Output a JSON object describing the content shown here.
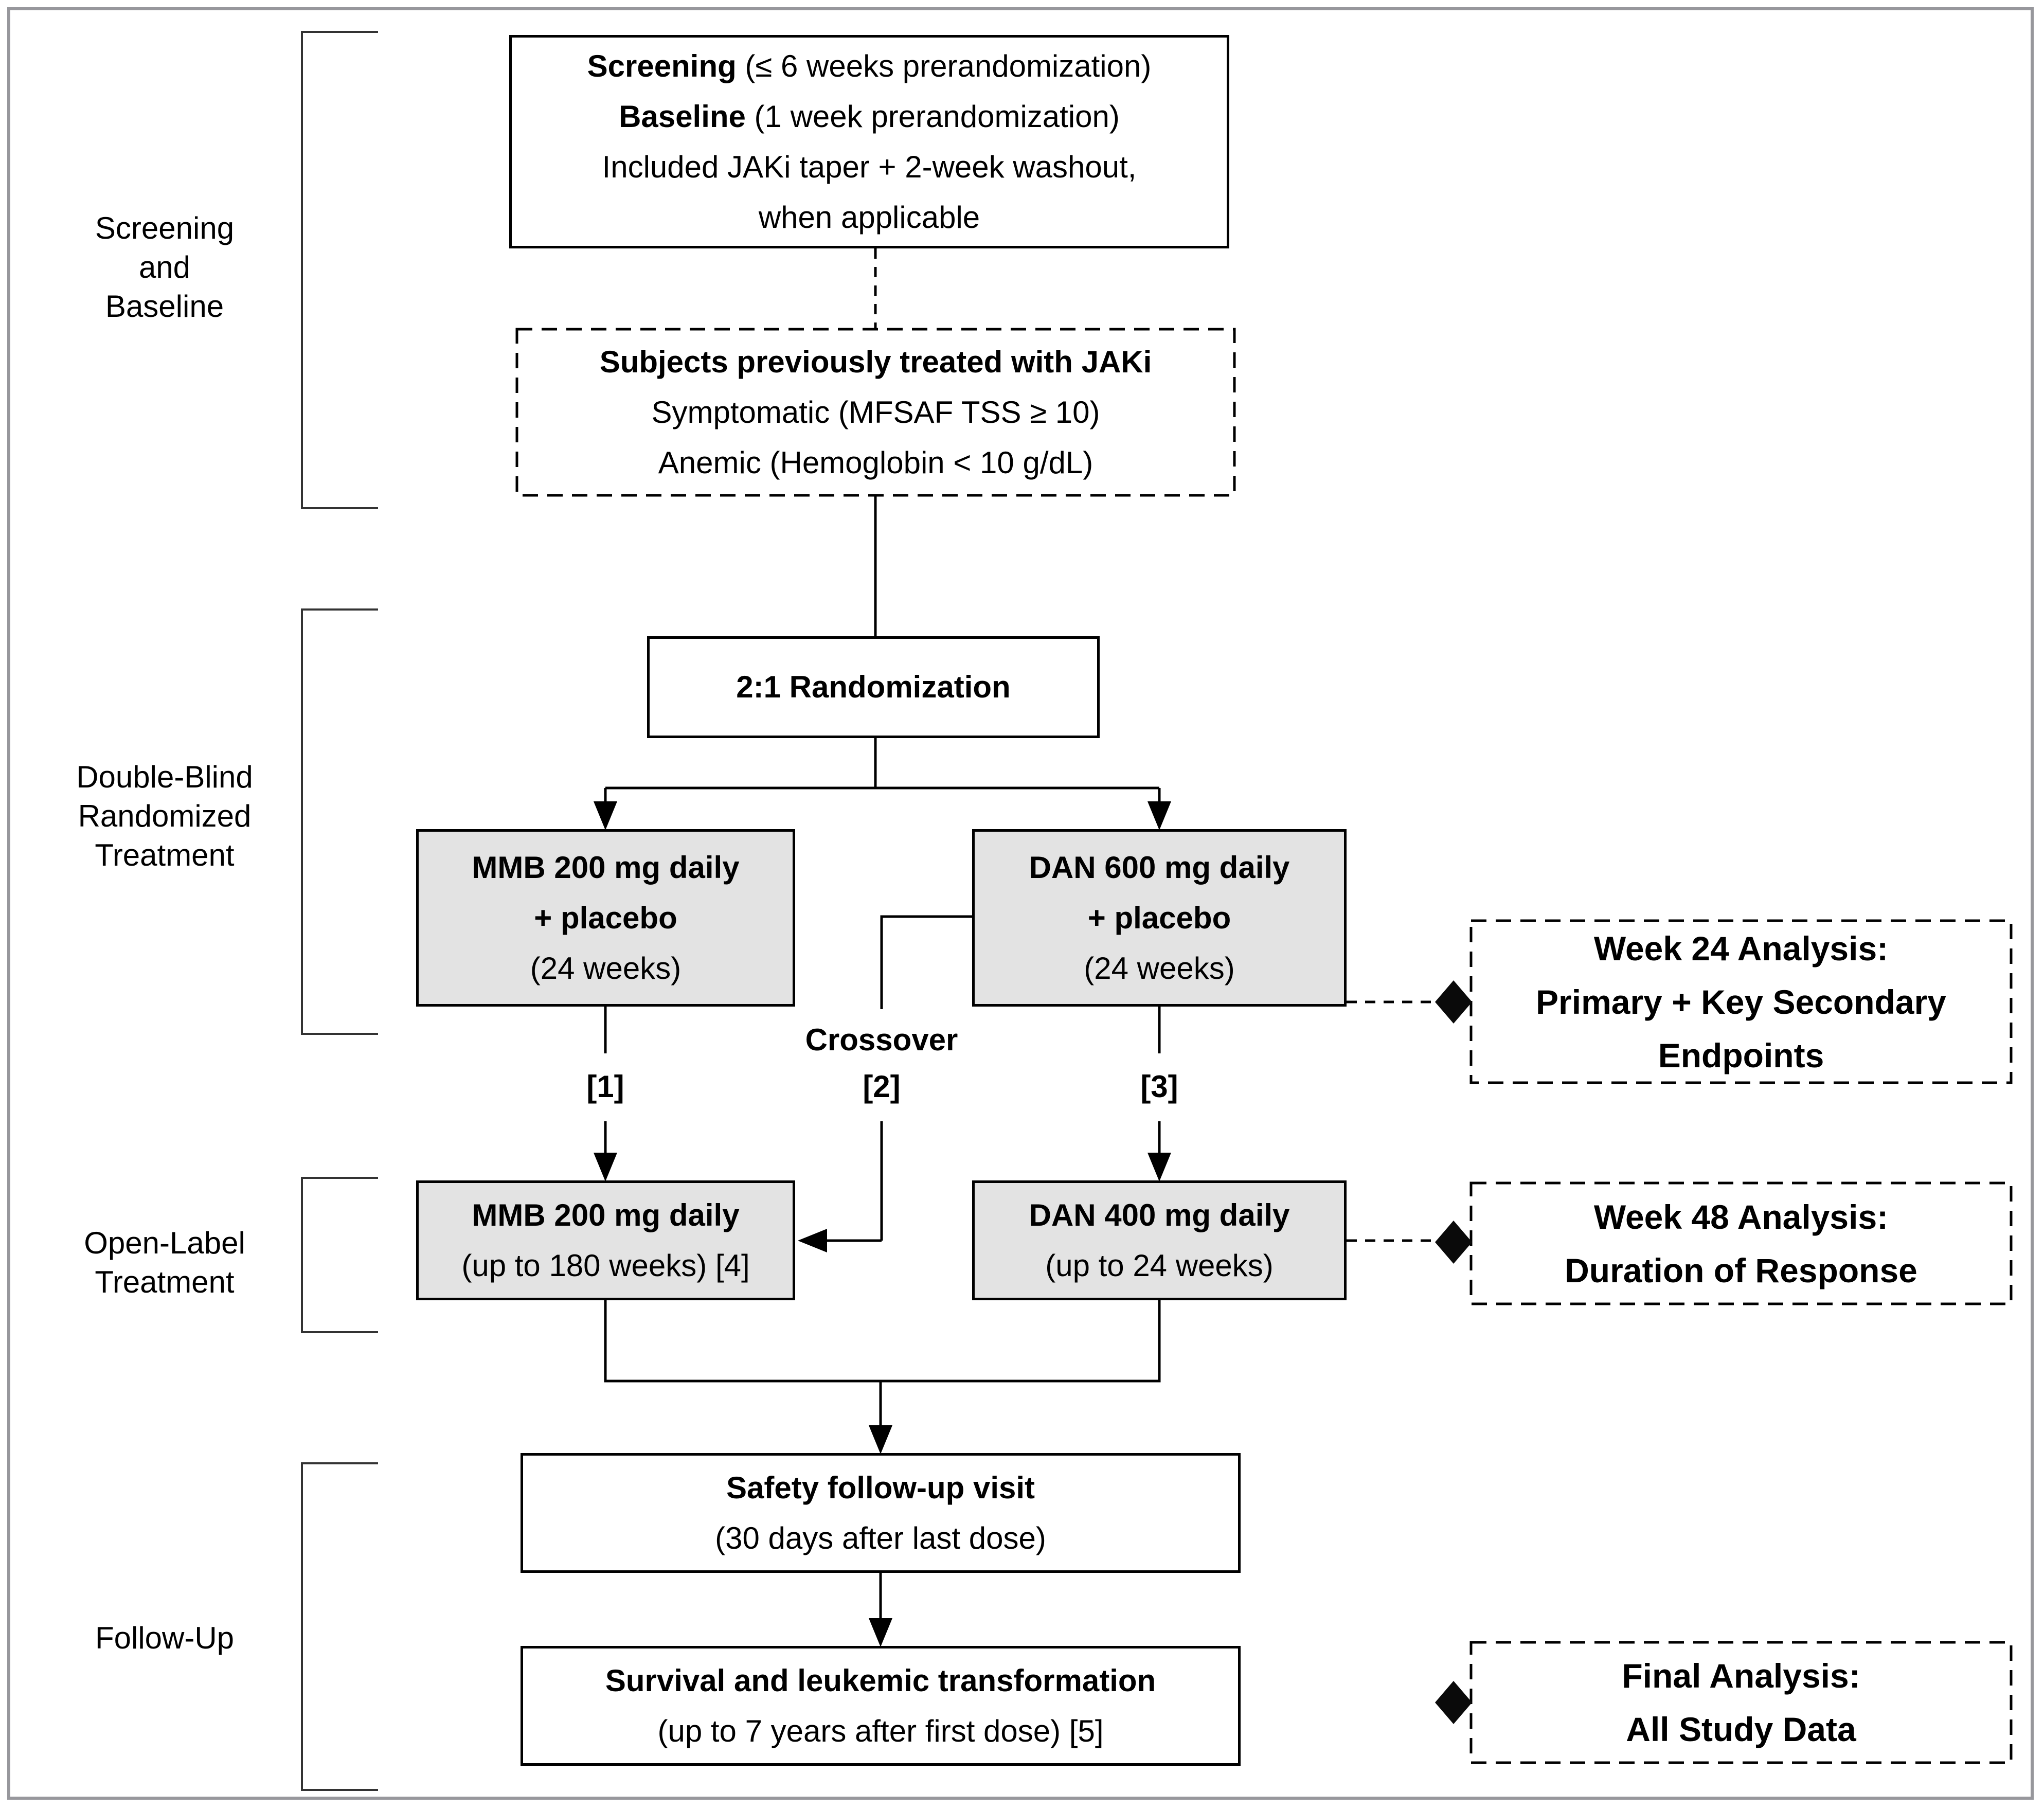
{
  "page": {
    "background": "#ffffff",
    "frame_color": "#97979c"
  },
  "colors": {
    "line": "#000000",
    "gray_box_fill": "#e3e3e3",
    "diamond_fill": "#0a0a0a"
  },
  "phases": [
    {
      "id": "screening-baseline",
      "label": "Screening\nand\nBaseline"
    },
    {
      "id": "double-blind",
      "label": "Double-Blind\nRandomized\nTreatment"
    },
    {
      "id": "open-label",
      "label": "Open-Label\nTreatment"
    },
    {
      "id": "follow-up",
      "label": "Follow-Up"
    }
  ],
  "boxes": {
    "screening": {
      "line1_bold": "Screening",
      "line1_rest": " (≤ 6 weeks prerandomization)",
      "line2_bold": "Baseline",
      "line2_rest": " (1 week prerandomization)",
      "line3": "Included JAKi taper + 2-week washout,",
      "line4": "when applicable"
    },
    "jaki": {
      "line1": "Subjects previously treated with JAKi",
      "line2": "Symptomatic (MFSAF TSS ≥ 10)",
      "line3": "Anemic (Hemoglobin < 10 g/dL)"
    },
    "randomization": {
      "label": "2:1 Randomization"
    },
    "mmb_double_blind": {
      "line1": "MMB 200 mg daily",
      "line2": "+ placebo",
      "line3": "(24 weeks)"
    },
    "dan_double_blind": {
      "line1": "DAN 600 mg daily",
      "line2": "+ placebo",
      "line3": "(24 weeks)"
    },
    "mmb_open_label": {
      "line1": "MMB 200 mg daily",
      "line2": "(up to 180 weeks) [4]"
    },
    "dan_open_label": {
      "line1": "DAN 400 mg daily",
      "line2": "(up to 24 weeks)"
    },
    "safety": {
      "line1": "Safety follow-up visit",
      "line2": "(30 days after last dose)"
    },
    "survival": {
      "line1": "Survival and leukemic transformation",
      "line2": "(up to 7 years after first dose) [5]"
    }
  },
  "connectors": {
    "crossover_label": "Crossover",
    "ref1": "[1]",
    "ref2": "[2]",
    "ref3": "[3]"
  },
  "analyses": [
    {
      "id": "week24",
      "label": "Week 24 Analysis:\nPrimary + Key Secondary\nEndpoints"
    },
    {
      "id": "week48",
      "label": "Week 48 Analysis:\nDuration of Response"
    },
    {
      "id": "final",
      "label": "Final Analysis:\nAll Study Data"
    }
  ]
}
